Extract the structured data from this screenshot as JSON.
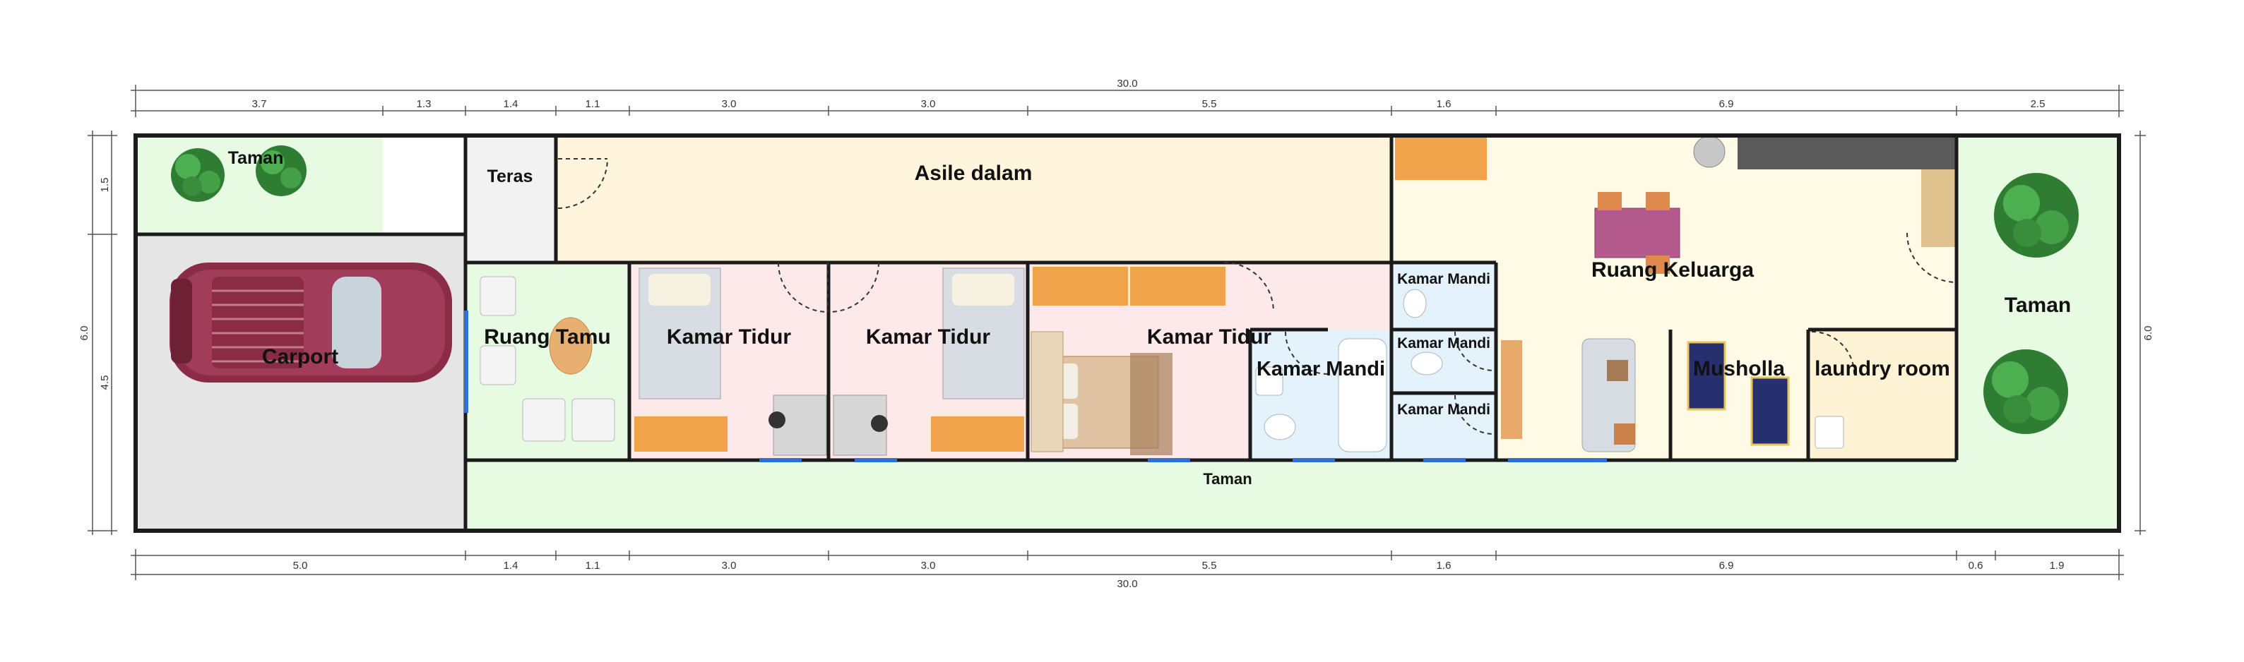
{
  "dimensions": {
    "top_total": "30.0",
    "top_segments": [
      "3.7",
      "1.3",
      "1.4",
      "1.1",
      "3.0",
      "3.0",
      "5.5",
      "1.6",
      "6.9",
      "2.5"
    ],
    "bottom_segments": [
      "5.0",
      "1.4",
      "1.1",
      "3.0",
      "3.0",
      "5.5",
      "1.6",
      "6.9",
      "0.6",
      "1.9"
    ],
    "bottom_total": "30.0",
    "left_segments": [
      "1.5",
      "4.5"
    ],
    "left_total": "6.0",
    "right_total": "6.0"
  },
  "rooms": {
    "taman_top_left": "Taman",
    "teras": "Teras",
    "asile_dalam": "Asile dalam",
    "carport": "Carport",
    "ruang_tamu": "Ruang Tamu",
    "kamar_tidur_1": "Kamar Tidur",
    "kamar_tidur_2": "Kamar Tidur",
    "kamar_tidur_3": "Kamar Tidur",
    "kamar_mandi_main": "Kamar Mandi",
    "kamar_mandi_1": "Kamar Mandi",
    "kamar_mandi_2": "Kamar Mandi",
    "kamar_mandi_3": "Kamar Mandi",
    "ruang_keluarga": "Ruang Keluarga",
    "musholla": "Musholla",
    "laundry_room": "laundry room",
    "taman_right": "Taman",
    "taman_bottom": "Taman"
  },
  "colors": {
    "garden": "#e6fbe2",
    "carport": "#e5e5e5",
    "teras": "#f2f2f2",
    "aisle": "#fff5dc",
    "living": "#fffae6",
    "bedroom": "#fde8ea",
    "bathroom": "#e4f2fb",
    "laundry": "#fff3d6",
    "wall": "#1b1b1b",
    "window": "#2f6fd6",
    "car": "#8a2c46",
    "wood": "#f0a34a"
  }
}
